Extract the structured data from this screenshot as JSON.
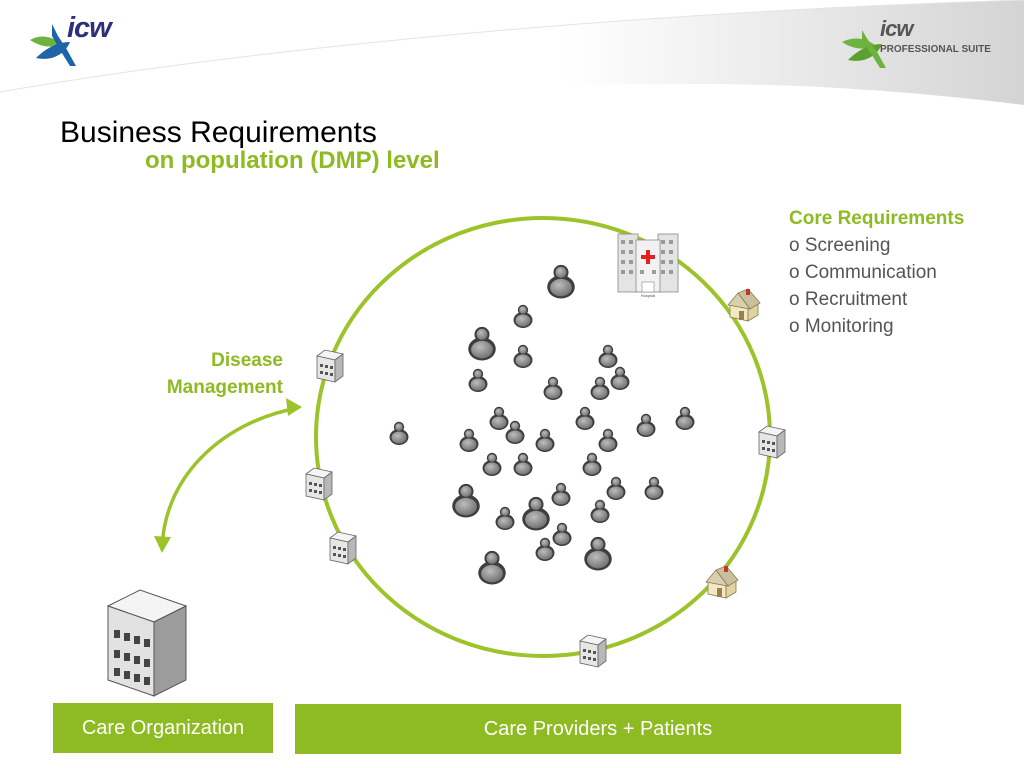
{
  "header": {
    "logo_left_text": "icw",
    "logo_right_text": "icw",
    "logo_right_subtitle": "PROFESSIONAL SUITE"
  },
  "title": "Business Requirements",
  "subtitle": "on population (DMP) level",
  "disease_label": {
    "line1": "Disease",
    "line2": "Management"
  },
  "core": {
    "title": "Core Requirements",
    "items": [
      "o Screening",
      "o Communication",
      "o Recruitment",
      "o Monitoring"
    ]
  },
  "hospital_sign": "Hospital",
  "bottom": {
    "care_org": "Care Organization",
    "providers": "Care Providers + Patients"
  },
  "colors": {
    "accent": "#8dbb21",
    "title": "#000000",
    "body": "#555555",
    "logo_green": "#6cb33f",
    "logo_blue": "#1e64a8"
  }
}
